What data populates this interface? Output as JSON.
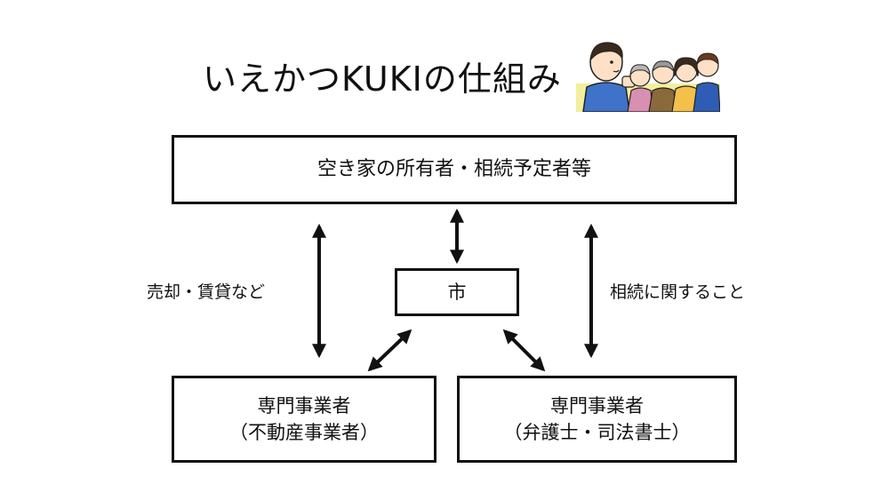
{
  "title": "いえかつKUKIの仕組み",
  "nodes": {
    "owner": {
      "lines": [
        "空き家の所有者・相続予定者等"
      ]
    },
    "city": {
      "lines": [
        "市"
      ]
    },
    "realestate": {
      "lines": [
        "専門事業者",
        "（不動産事業者）"
      ]
    },
    "legal": {
      "lines": [
        "専門事業者",
        "（弁護士・司法書士）"
      ]
    }
  },
  "edge_labels": {
    "left": "売却・賃貸など",
    "right": "相続に関すること"
  },
  "edges": [
    {
      "from": "owner",
      "to": "city",
      "style": "double-arrow"
    },
    {
      "from": "owner",
      "to": "realestate",
      "style": "double-arrow",
      "label": "left"
    },
    {
      "from": "owner",
      "to": "legal",
      "style": "double-arrow",
      "label": "right"
    },
    {
      "from": "city",
      "to": "realestate",
      "style": "double-arrow"
    },
    {
      "from": "city",
      "to": "legal",
      "style": "double-arrow"
    }
  ],
  "illustration": {
    "icon": "family-consultation-illustration"
  }
}
